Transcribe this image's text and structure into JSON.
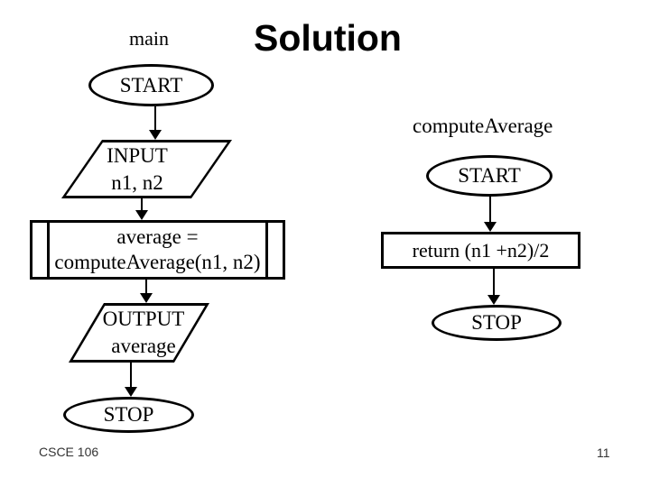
{
  "slide": {
    "title": "Solution",
    "footer_left": "CSCE 106",
    "page_number": "11"
  },
  "colors": {
    "background": "#ffffff",
    "stroke": "#000000",
    "text": "#000000",
    "footer_text": "#333333"
  },
  "main_flow": {
    "label": "main",
    "start": "START",
    "input": {
      "line1": "INPUT",
      "line2": "n1, n2"
    },
    "process": {
      "line1": "average =",
      "line2": "computeAverage(n1, n2)"
    },
    "output": {
      "line1": "OUTPUT",
      "line2": "average"
    },
    "stop": "STOP"
  },
  "subroutine_flow": {
    "label": "computeAverage",
    "start": "START",
    "return_text": "return (n1 +n2)/2",
    "stop": "STOP"
  }
}
